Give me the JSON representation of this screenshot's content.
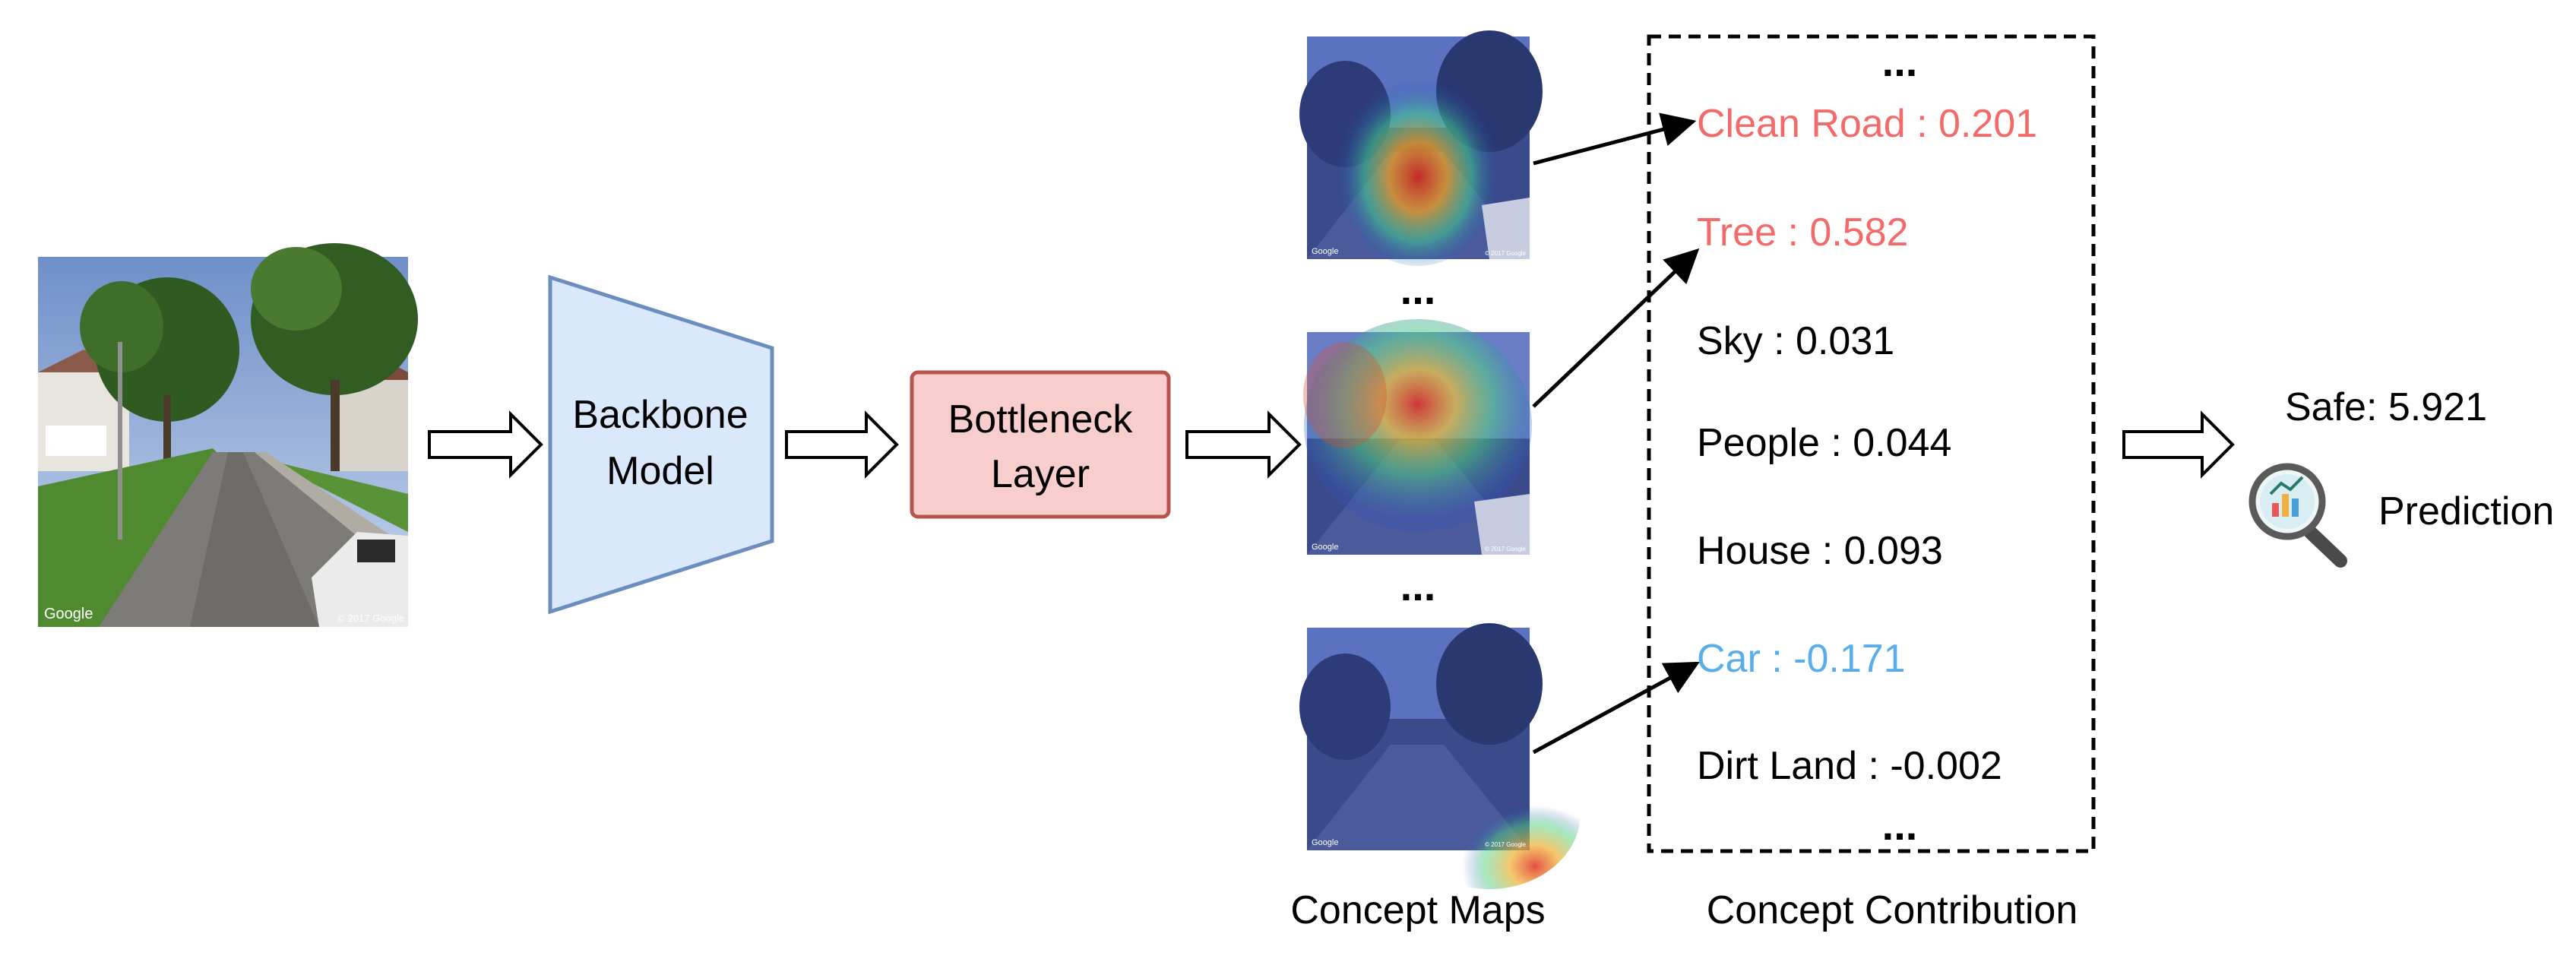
{
  "input_image": {
    "watermark_left": "Google",
    "watermark_right": "© 2017 Google"
  },
  "backbone": {
    "line1": "Backbone",
    "line2": "Model"
  },
  "bottleneck": {
    "line1": "Bottleneck",
    "line2": "Layer"
  },
  "concept_maps": {
    "ellipsis": "...",
    "caption": "Concept Maps",
    "thumb_watermark_left": "Google",
    "thumb_watermark_right": "© 2017 Google"
  },
  "concept_contribution": {
    "ellipsis": "...",
    "caption": "Concept Contribution",
    "items": [
      {
        "text": "Clean Road : 0.201",
        "color": "#f26a6a"
      },
      {
        "text": "Tree : 0.582",
        "color": "#f26a6a"
      },
      {
        "text": "Sky : 0.031",
        "color": "#000000"
      },
      {
        "text": "People : 0.044",
        "color": "#000000"
      },
      {
        "text": "House : 0.093",
        "color": "#000000"
      },
      {
        "text": "Car : -0.171",
        "color": "#5aaee8"
      },
      {
        "text": "Dirt Land : -0.002",
        "color": "#000000"
      }
    ]
  },
  "prediction": {
    "score": "Safe: 5.921",
    "label": "Prediction",
    "icon": "magnifier-chart-icon"
  },
  "colors": {
    "backbone_fill": "#dae8fc",
    "backbone_stroke": "#6c8ebf",
    "bottleneck_fill": "#f8cecc",
    "bottleneck_stroke": "#b85450",
    "positive": "#f26a6a",
    "negative": "#5aaee8"
  }
}
